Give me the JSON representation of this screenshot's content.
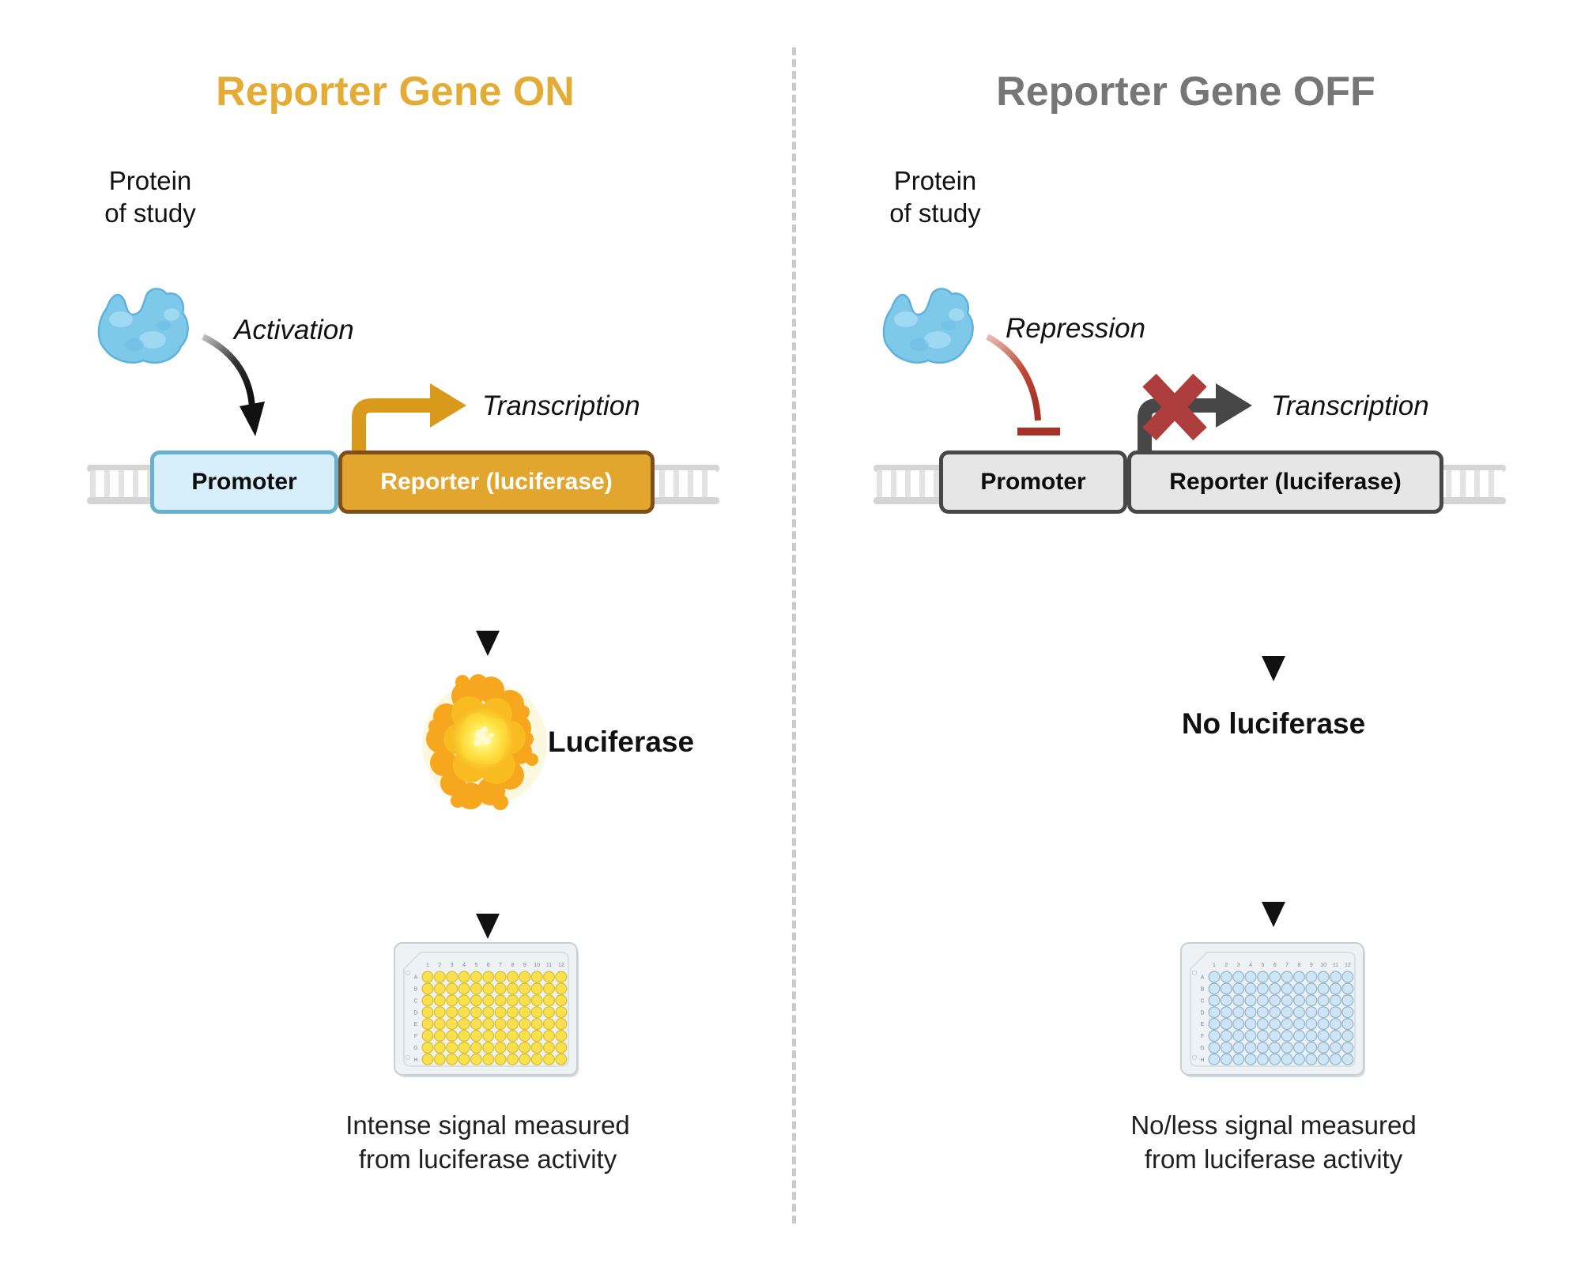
{
  "left": {
    "title": "Reporter Gene ON",
    "protein_line1": "Protein",
    "protein_line2": "of study",
    "interaction_label": "Activation",
    "promoter_label": "Promoter",
    "reporter_label": "Reporter (luciferase)",
    "transcription_label": "Transcription",
    "product_label": "Luciferase",
    "caption_line1": "Intense signal measured",
    "caption_line2": "from luciferase activity",
    "title_color": "#E5AC35",
    "well_fill": "#F9E14D",
    "well_stroke": "#D9BC35"
  },
  "right": {
    "title": "Reporter Gene OFF",
    "protein_line1": "Protein",
    "protein_line2": "of study",
    "interaction_label": "Repression",
    "promoter_label": "Promoter",
    "reporter_label": "Reporter (luciferase)",
    "transcription_label": "Transcription",
    "product_label": "No luciferase",
    "caption_line1": "No/less signal measured",
    "caption_line2": "from luciferase activity",
    "title_color": "#767676",
    "well_fill": "#CDE5F4",
    "well_stroke": "#8FB5CB"
  },
  "plate": {
    "row_labels": [
      "A",
      "B",
      "C",
      "D",
      "E",
      "F",
      "G",
      "H"
    ],
    "col_labels": [
      "1",
      "2",
      "3",
      "4",
      "5",
      "6",
      "7",
      "8",
      "9",
      "10",
      "11",
      "12"
    ]
  },
  "colors": {
    "accent_gold": "#D9991B",
    "gene_on_gold_box": "#E2A62F",
    "promoter_blue": "#D7EFFB",
    "protein_blue": "#7EC8EA",
    "arrow_gray": "#474747",
    "repression_red": "#A93226",
    "x_mark_red": "#AE3E3E"
  }
}
